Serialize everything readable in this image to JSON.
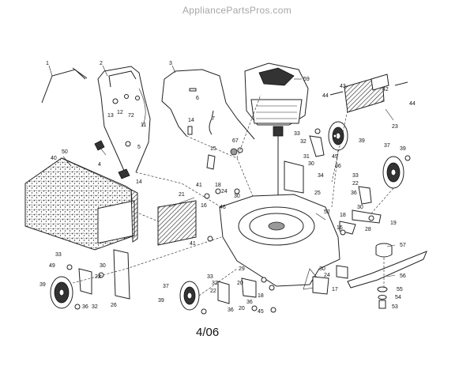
{
  "watermark": "AppliancePartsPros.com",
  "footer_date": "4/06",
  "callouts": {
    "c1": "1",
    "c2": "2",
    "c3": "3",
    "c4": "4",
    "c5": "5",
    "c6": "6",
    "c7": "7",
    "c11": "11",
    "c12": "12",
    "c13": "13",
    "c14a": "14",
    "c14b": "14",
    "c15": "15",
    "c16a": "16",
    "c16b": "16",
    "c17": "17",
    "c18a": "18",
    "c18b": "18",
    "c18c": "18",
    "c19": "19",
    "c20": "20",
    "c21": "21",
    "c22a": "22",
    "c22b": "22",
    "c22c": "22",
    "c23": "23",
    "c24a": "24",
    "c24b": "24",
    "c25": "25",
    "c26": "26",
    "c28": "28",
    "c29": "29",
    "c30a": "30",
    "c30b": "30",
    "c30c": "30",
    "c30d": "30",
    "c30e": "30",
    "c31": "31",
    "c32a": "32",
    "c32b": "32",
    "c33a": "33",
    "c33b": "33",
    "c33c": "33",
    "c33d": "33",
    "c34": "34",
    "c36a": "36",
    "c36b": "36",
    "c36c": "36",
    "c36d": "36",
    "c36e": "36",
    "c37a": "37",
    "c37b": "37",
    "c39a": "39",
    "c39b": "39",
    "c39c": "39",
    "c39d": "39",
    "c40": "40",
    "c41a": "41",
    "c41b": "41",
    "c42": "42",
    "c43": "43",
    "c44a": "44",
    "c44b": "44",
    "c45": "45",
    "c46": "46",
    "c49a": "49",
    "c49b": "49",
    "c50": "50",
    "c52": "52",
    "c53": "53",
    "c54": "54",
    "c55": "55",
    "c56": "56",
    "c57": "57",
    "c59": "59",
    "c67": "67",
    "c72": "72"
  }
}
